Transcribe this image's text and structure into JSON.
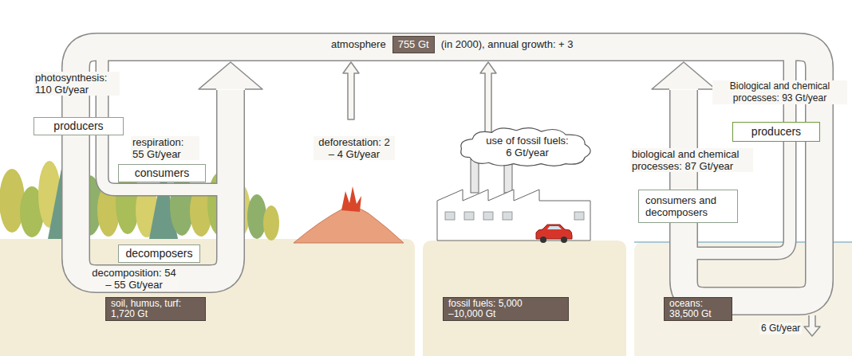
{
  "diagram": {
    "nodes": [
      {
        "text": [
          "atmosphere",
          "755 Gt",
          "(in 2000), annual growth: + 3"
        ]
      },
      {
        "text": [
          "producers"
        ]
      },
      {
        "text": [
          "consumers"
        ]
      },
      {
        "text": [
          "decomposers"
        ]
      },
      {
        "text": [
          "soil, humus, turf: 1,720 Gt"
        ]
      },
      {
        "text": [
          "use of fossil fuels: 6 Gt/year"
        ]
      },
      {
        "text": [
          "fossil fuels: 5,000 –10,000 Gt"
        ]
      },
      {
        "text": [
          "producers"
        ]
      },
      {
        "text": [
          "consumers and decomposers"
        ]
      },
      {
        "text": [
          "oceans: 38,500 Gt"
        ]
      }
    ],
    "labels": [
      "photosynthesis: 110 Gt/year",
      "respiration: 55 Gt/year",
      "decomposition: 54 – 55 Gt/year",
      "deforestation: 2 – 4 Gt/year",
      "Biological and chemical processes: 93 Gt/year",
      "biological and chemical processes: 87 Gt/year",
      "6 Gt/year"
    ]
  }
}
